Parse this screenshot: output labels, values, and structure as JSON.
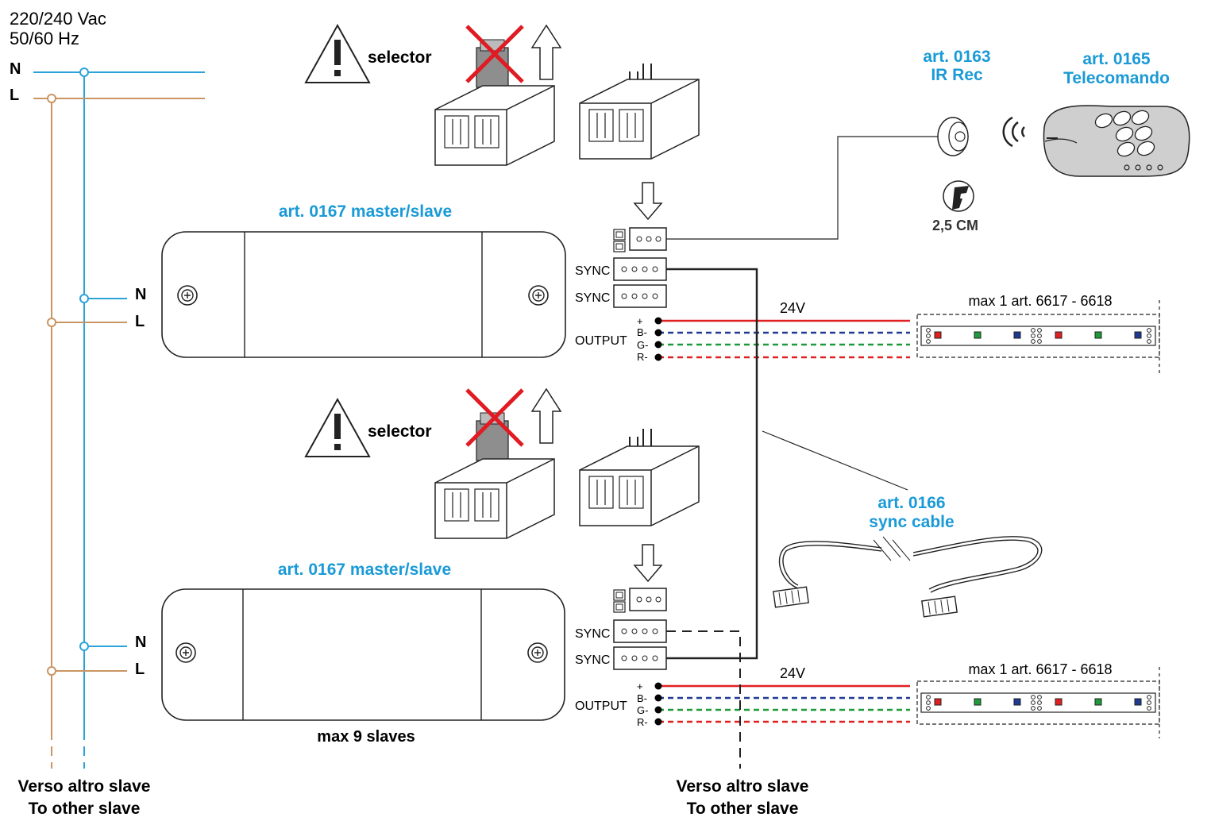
{
  "supply": {
    "voltage": "220/240 Vac",
    "frequency": "50/60 Hz",
    "n_label": "N",
    "l_label": "L"
  },
  "warnings": {
    "selector_label": "selector"
  },
  "units": [
    {
      "title": "art. 0167 master/slave",
      "n_label": "N",
      "l_label": "L",
      "sync1": "SYNC",
      "sync2": "SYNC",
      "output_label": "OUTPUT",
      "pins": {
        "plus": "+",
        "b": "B-",
        "g": "G-",
        "r": "R-"
      },
      "voltage": "24V",
      "strip_label": "max 1 art. 6617 - 6618"
    },
    {
      "title": "art. 0167 master/slave",
      "n_label": "N",
      "l_label": "L",
      "sync1": "SYNC",
      "sync2": "SYNC",
      "output_label": "OUTPUT",
      "pins": {
        "plus": "+",
        "b": "B-",
        "g": "G-",
        "r": "R-"
      },
      "voltage": "24V",
      "strip_label": "max 1 art. 6617 - 6618",
      "note": "max 9 slaves"
    }
  ],
  "ir_receiver": {
    "line1": "art. 0163",
    "line2": "IR Rec",
    "size": "2,5 CM"
  },
  "remote": {
    "line1": "art. 0165",
    "line2": "Telecomando"
  },
  "sync_cable": {
    "line1": "art. 0166",
    "line2": "sync cable"
  },
  "footer_left": {
    "line1": "Verso altro slave",
    "line2": "To other slave"
  },
  "footer_right": {
    "line1": "Verso altro slave",
    "line2": "To other slave"
  },
  "colors": {
    "accent": "#1a9ad6",
    "neutral_wire": "#2aa3d9",
    "live_wire": "#c99563",
    "red": "#e02020",
    "blue": "#1f3a93",
    "green": "#1f9a3a"
  }
}
